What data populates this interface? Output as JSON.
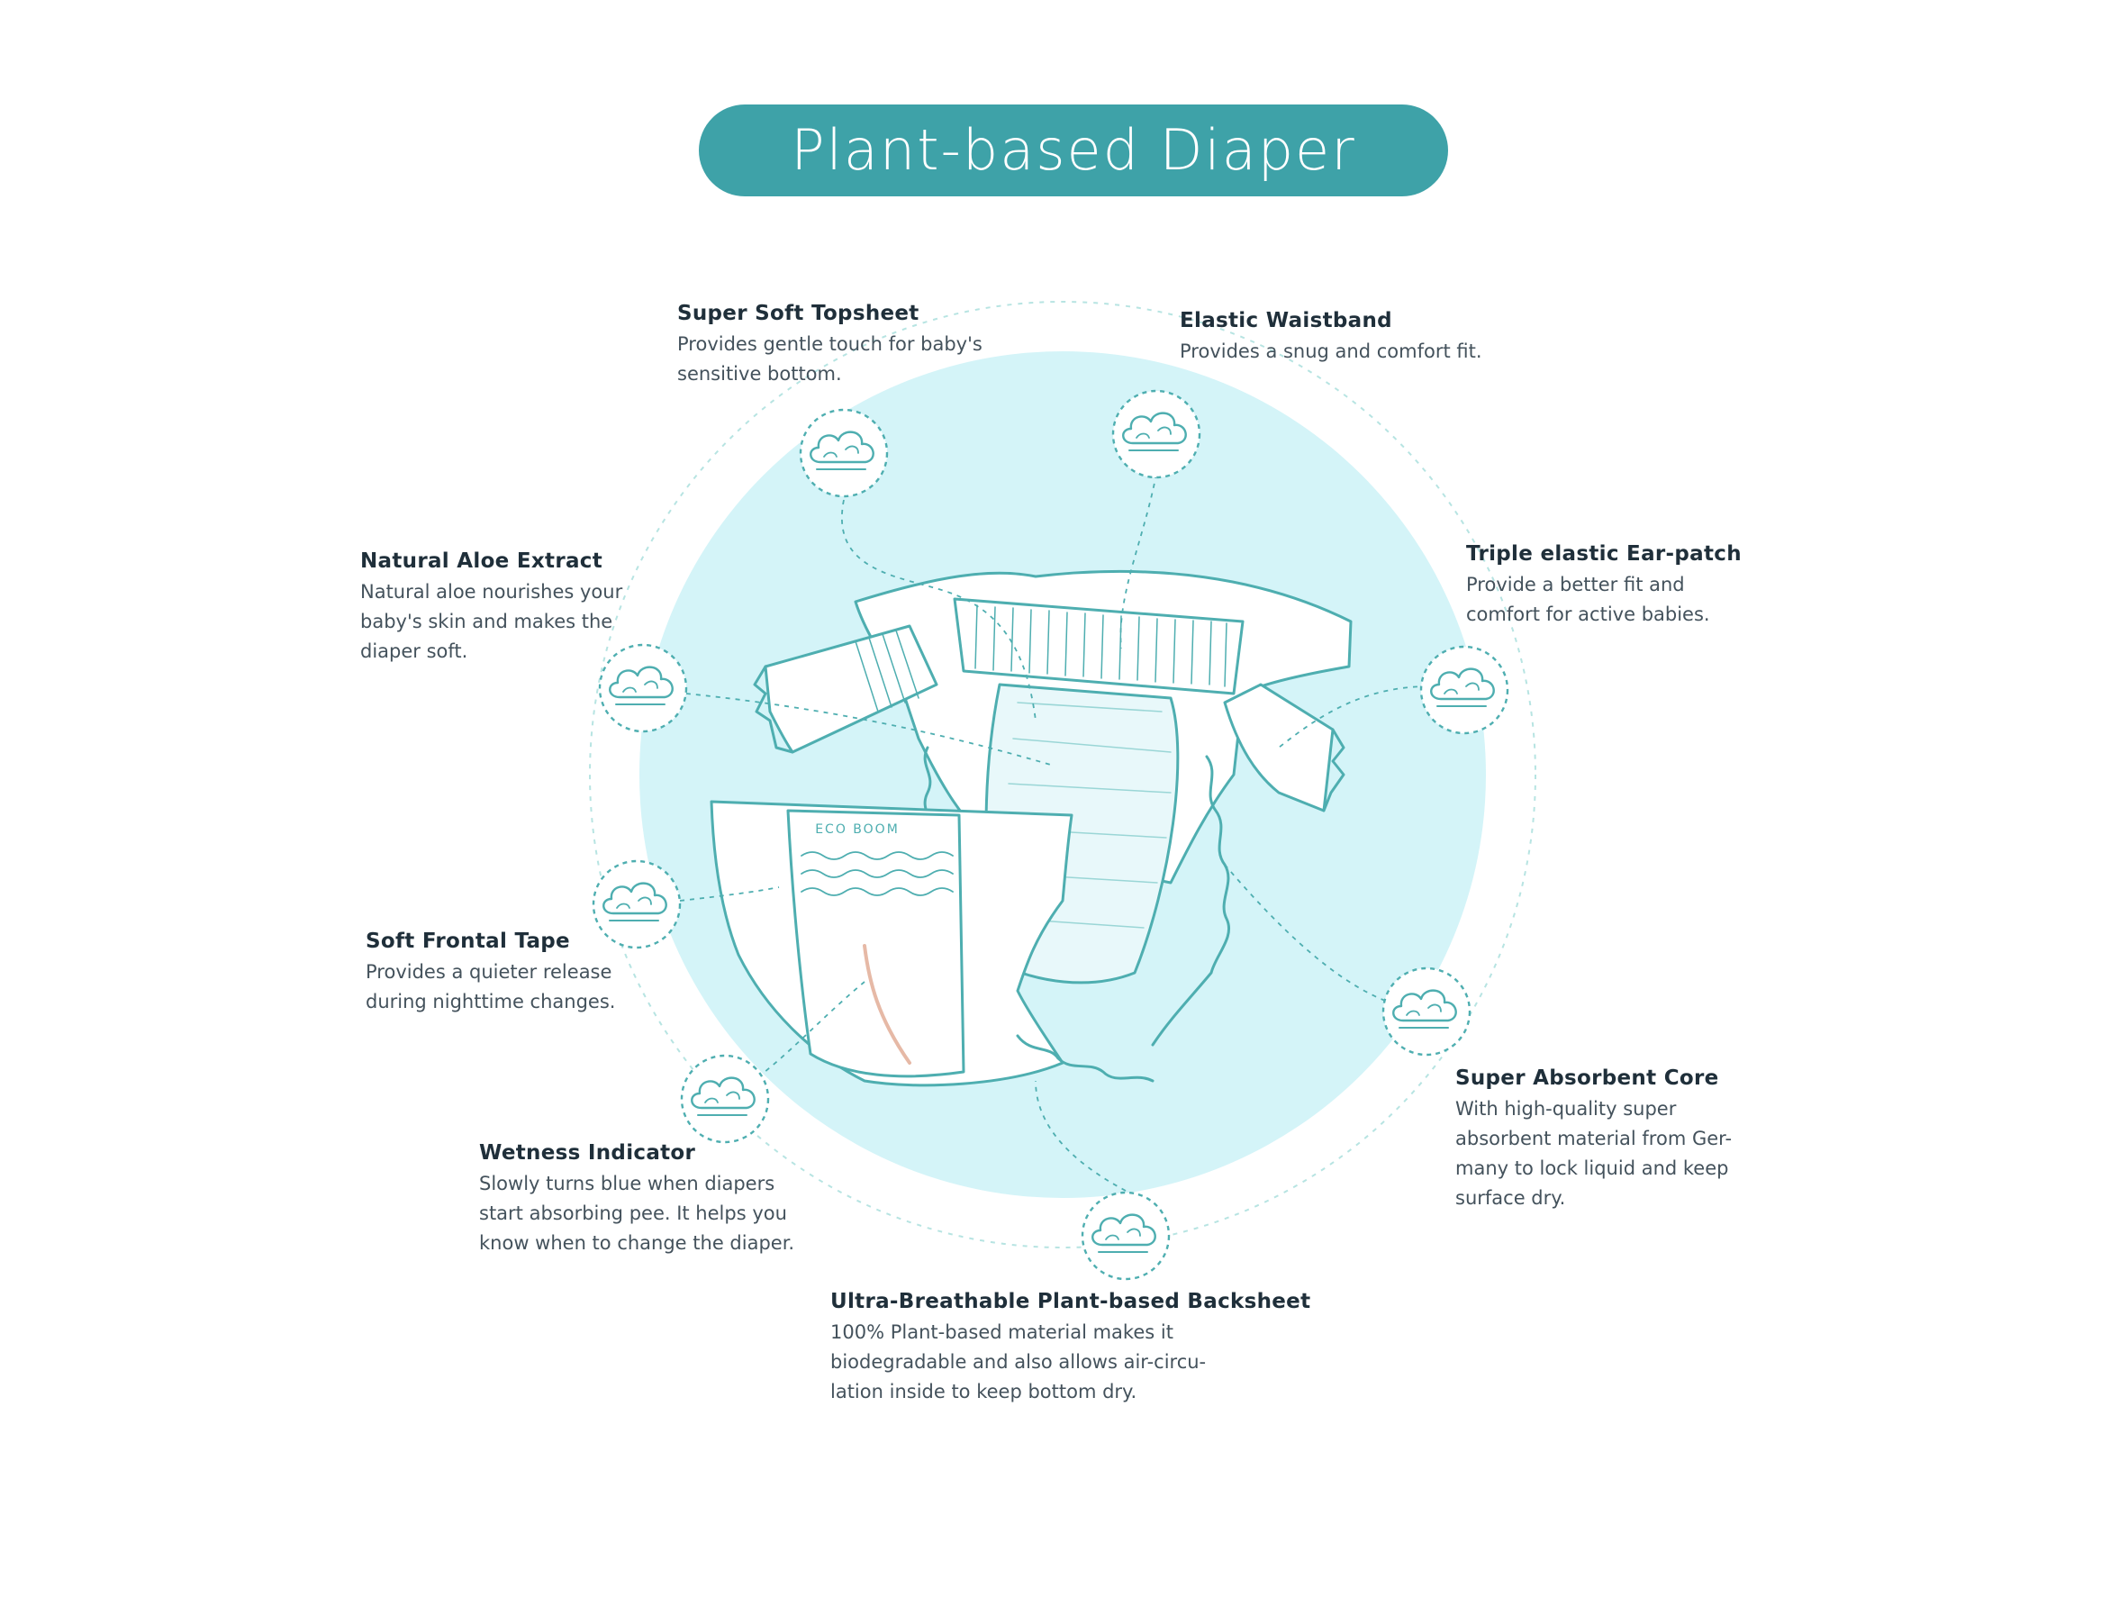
{
  "title": "Plant-based Diaper",
  "brand": "ECO BOOM",
  "colors": {
    "accent": "#3ea2a8",
    "circle_fill": "#d4f4f8",
    "line": "#4eaeb0",
    "dashed": "#7ccbc8",
    "wetness_stripe": "#e6b9a6"
  },
  "features": [
    {
      "icon": "cloud-icon",
      "heading": "Super Soft Topsheet",
      "lines": [
        "Provides gentle touch for baby's",
        "sensitive bottom."
      ]
    },
    {
      "icon": "cloud-icon",
      "heading": "Elastic Waistband",
      "lines": [
        "Provides a snug and comfort fit."
      ]
    },
    {
      "icon": "cloud-icon",
      "heading": "Natural Aloe Extract",
      "lines": [
        "Natural aloe nourishes your",
        "baby's skin and makes the",
        "diaper soft."
      ]
    },
    {
      "icon": "cloud-icon",
      "heading": "Triple elastic Ear-patch",
      "lines": [
        "Provide a better fit and",
        "comfort for active babies."
      ]
    },
    {
      "icon": "cloud-icon",
      "heading": "Soft Frontal Tape",
      "lines": [
        "Provides a quieter release",
        "during nighttime changes."
      ]
    },
    {
      "icon": "cloud-icon",
      "heading": "Super Absorbent Core",
      "lines": [
        "With high-quality super",
        "absorbent material from Ger-",
        "many to lock liquid and keep",
        "surface dry."
      ]
    },
    {
      "icon": "cloud-icon",
      "heading": "Wetness Indicator",
      "lines": [
        "Slowly turns blue when diapers",
        "start absorbing pee. It helps you",
        "know when to change the diaper."
      ]
    },
    {
      "icon": "cloud-icon",
      "heading": "Ultra-Breathable Plant-based Backsheet",
      "lines": [
        "100% Plant-based material makes it",
        "biodegradable and also allows air-circu-",
        "lation inside to keep bottom dry."
      ]
    }
  ]
}
